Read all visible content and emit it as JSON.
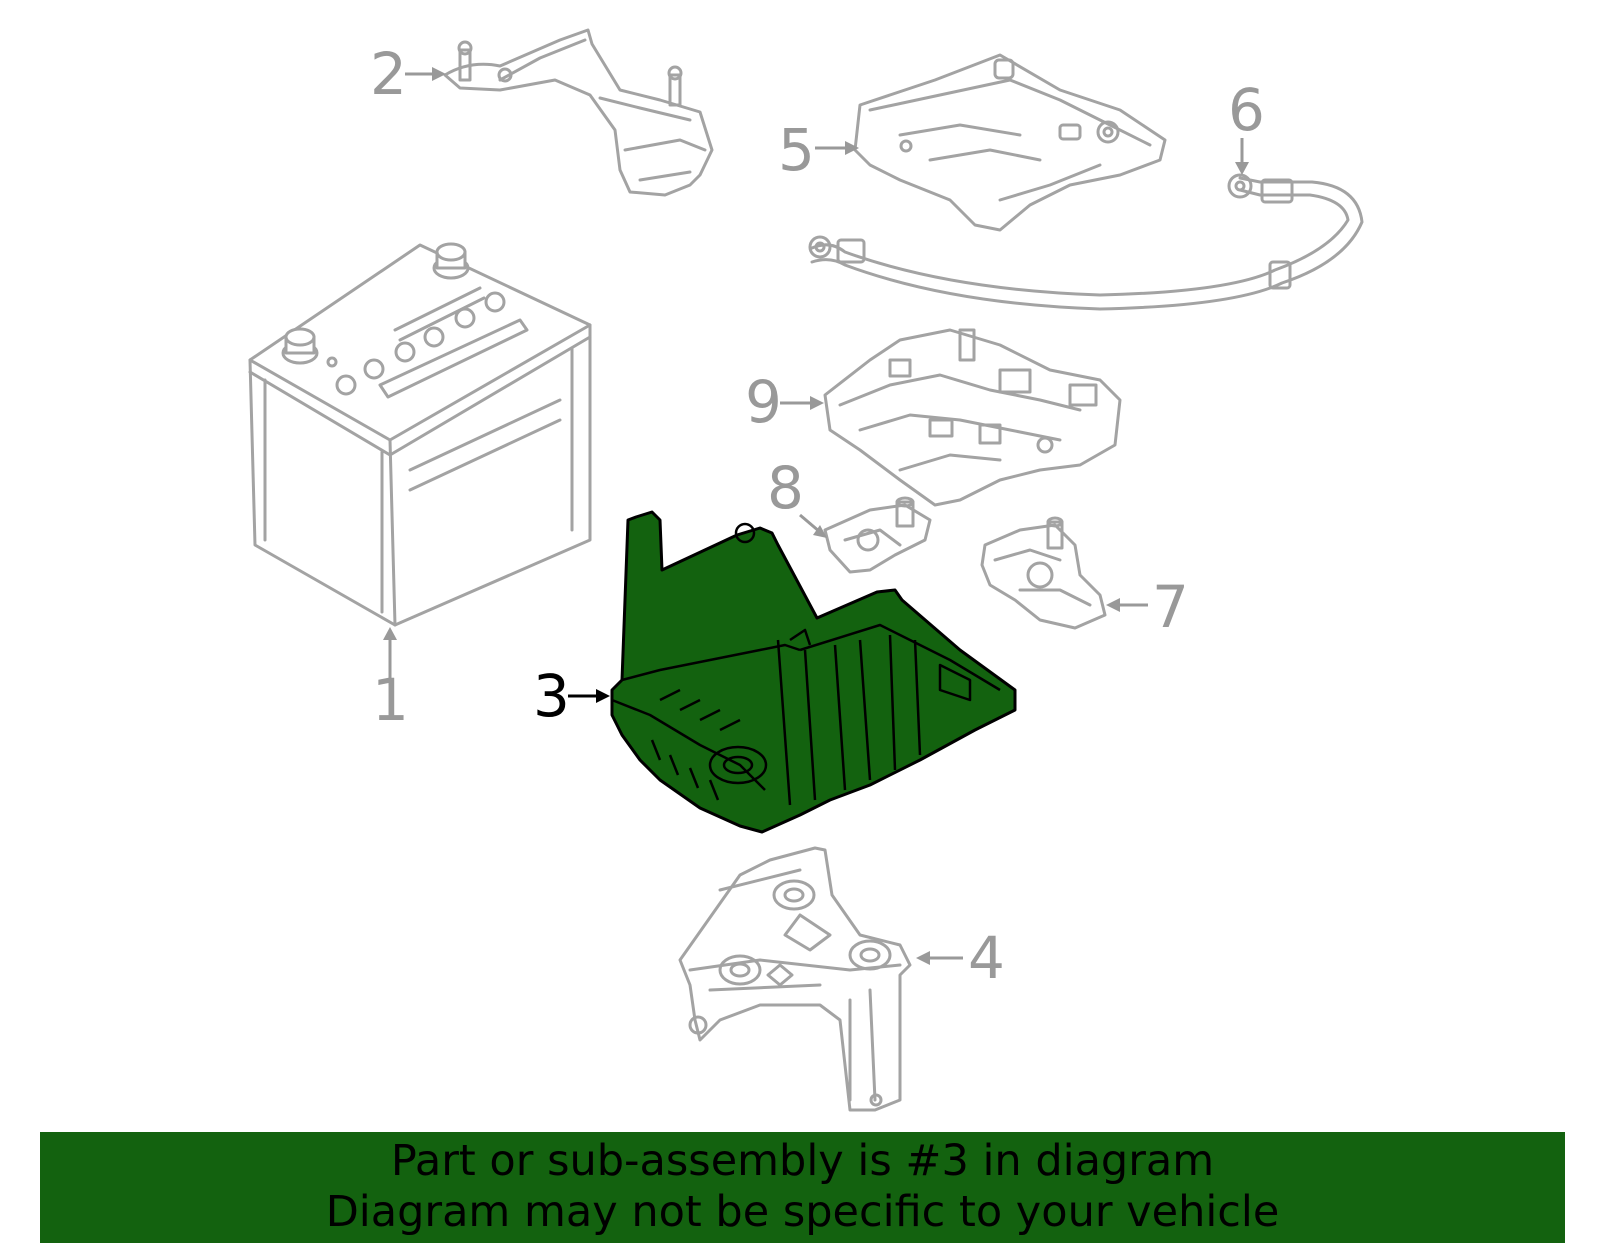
{
  "diagram": {
    "callouts": [
      {
        "number": "1",
        "part": "battery"
      },
      {
        "number": "2",
        "part": "cable bracket"
      },
      {
        "number": "3",
        "part": "battery tray",
        "highlighted": true
      },
      {
        "number": "4",
        "part": "tray support bracket"
      },
      {
        "number": "5",
        "part": "terminal cover"
      },
      {
        "number": "6",
        "part": "ground cable"
      },
      {
        "number": "7",
        "part": "terminal clamp"
      },
      {
        "number": "8",
        "part": "terminal clamp"
      },
      {
        "number": "9",
        "part": "fuse box"
      }
    ],
    "highlight_color": "#13620f",
    "line_color": "#a3a3a3"
  },
  "banner": {
    "line1": "Part or sub-assembly is #3 in diagram",
    "line2": "Diagram may not be specific to your vehicle",
    "background": "#13620f"
  }
}
